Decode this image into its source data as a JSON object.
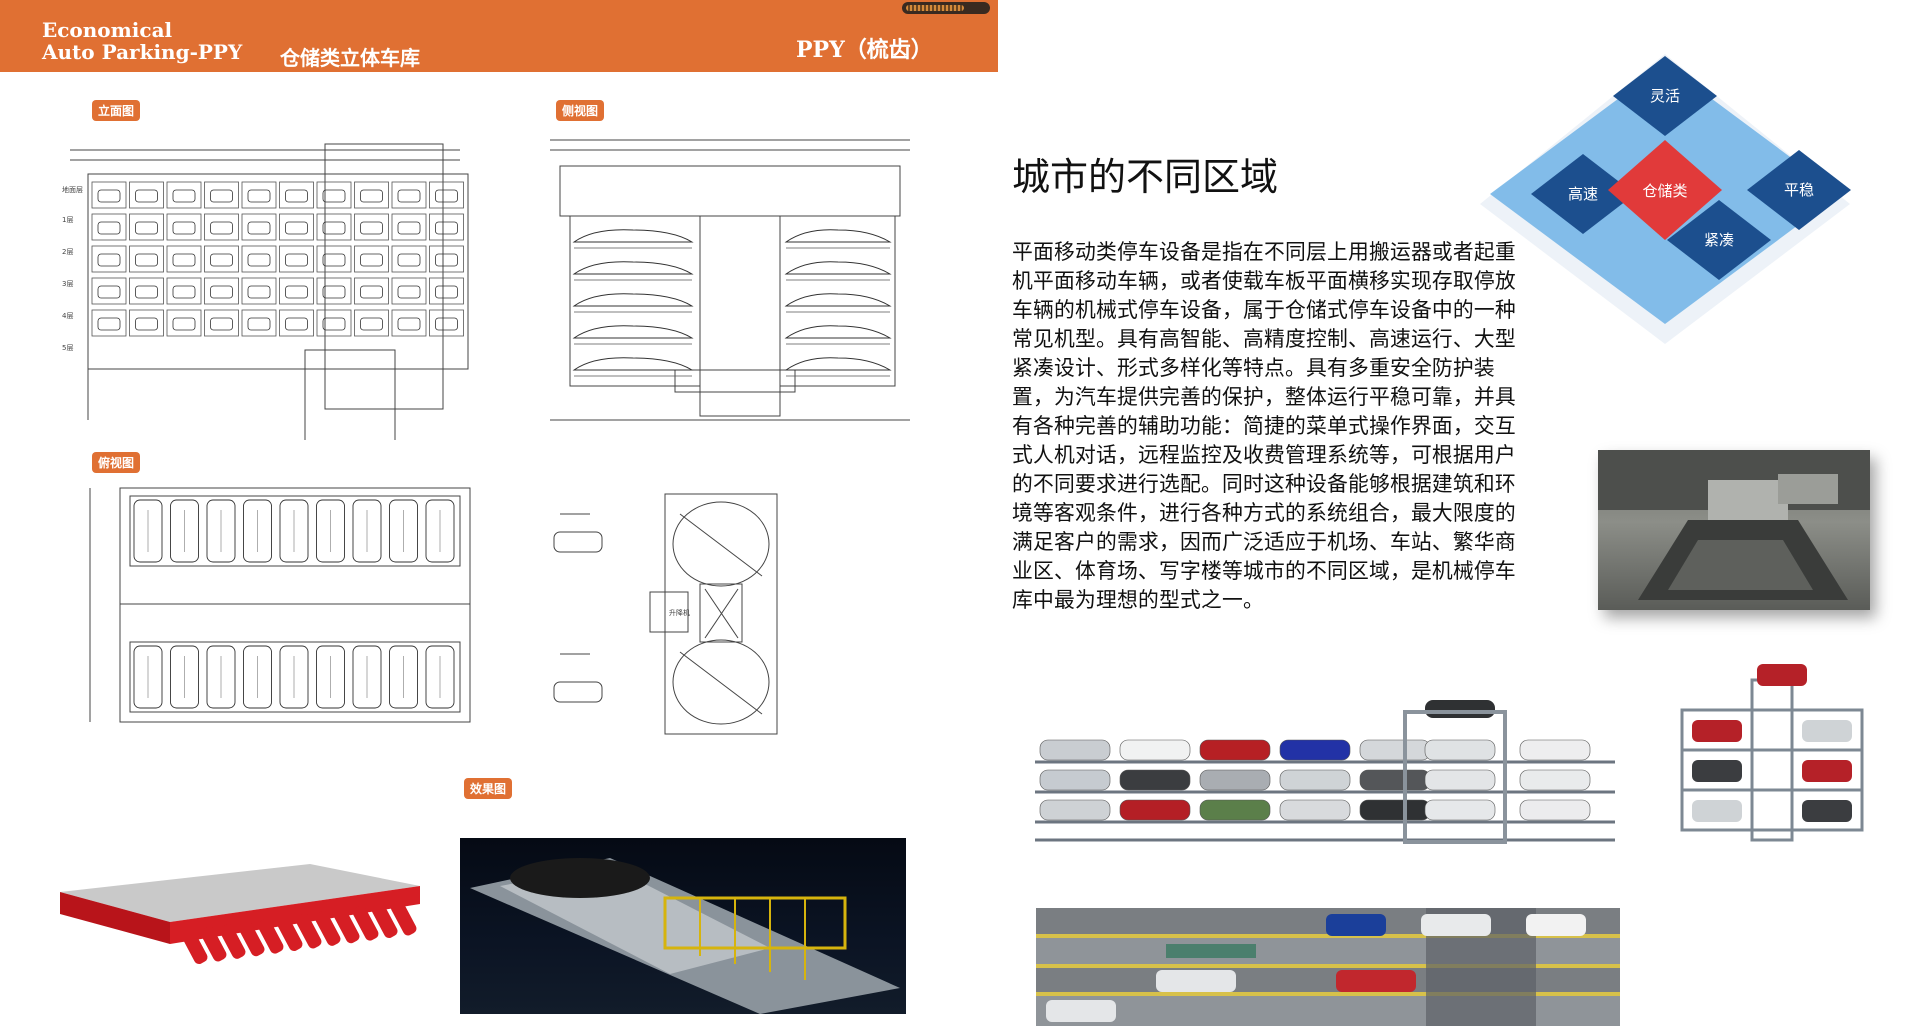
{
  "header": {
    "title_en_line1": "Economical",
    "title_en_line2": "Auto Parking-PPY",
    "title_zh": "仓储类立体车库",
    "model_label": "PPY（梳齿）"
  },
  "sections": {
    "elevation": "立面图",
    "side_view": "侧视图",
    "top_view": "俯视图",
    "rendering": "效果图"
  },
  "drawing_text": {
    "center_platform": "升降机",
    "elevation_levels": [
      "地面层",
      "1层",
      "2层",
      "3层",
      "4层",
      "5层"
    ]
  },
  "right": {
    "heading": "城市的不同区域",
    "paragraph": "平面移动类停车设备是指在不同层上用搬运器或者起重机平面移动车辆，或者使载车板平面横移实现存取停放车辆的机械式停车设备，属于仓储式停车设备中的一种常见机型。具有高智能、高精度控制、高速运行、大型紧凑设计、形式多样化等特点。具有多重安全防护装置，为汽车提供完善的保护，整体运行平稳可靠，并具有各种完善的辅助功能：简捷的菜单式操作界面，交互式人机对话，远程监控及收费管理系统等，可根据用户的不同要求进行选配。同时这种设备能够根据建筑和环境等客观条件，进行各种方式的系统组合，最大限度的满足客户的需求，因而广泛适应于机场、车站、繁华商业区、体育场、写字楼等城市的不同区域，是机械停车库中最为理想的型式之一。"
  },
  "diamond": {
    "top": "灵活",
    "left": "高速",
    "center": "仓储类",
    "right": "平稳",
    "bottom": "紧凑"
  },
  "colors": {
    "header_orange": "#e07033",
    "diamond_dark_blue": "#1c4f8e",
    "diamond_light_blue": "#6fb3e6",
    "diamond_red": "#e13a3a"
  }
}
